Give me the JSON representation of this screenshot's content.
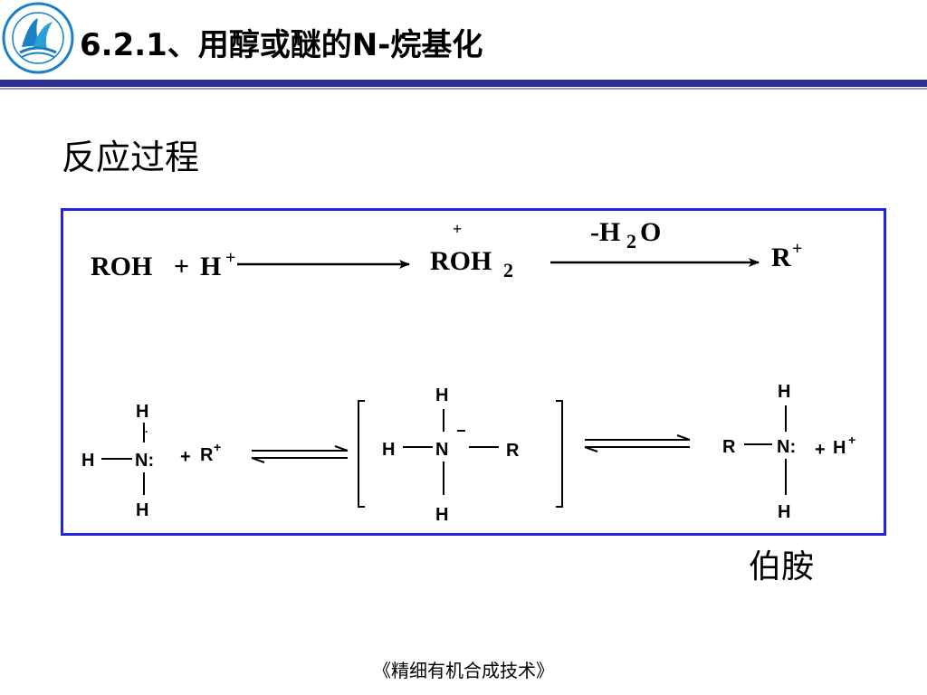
{
  "slide": {
    "title": "6.2.1、用醇或醚的N-烷基化",
    "section_heading": "反应过程",
    "product_label": "伯胺",
    "footer": "《精细有机合成技术》"
  },
  "logo": {
    "icon": "university-seal-icon",
    "color": "#1a7fc4"
  },
  "colors": {
    "title_bar": "#2f2f8f",
    "box_border": "#2323e6"
  },
  "reaction1": {
    "reactant_roh": "ROH",
    "plus": "+",
    "reactant_h": "H",
    "charge_plus": "+",
    "intermediate_roh": "ROH",
    "intermediate_sub": "2",
    "intermediate_charge": "+",
    "condition_prefix": "-H",
    "condition_sub": "2",
    "condition_suffix": "O",
    "product_r": "R",
    "product_charge": "+"
  },
  "reaction2": {
    "amine": {
      "h_top": "H",
      "h_left": "H",
      "n": "N:",
      "h_bottom": "H",
      "dot": "."
    },
    "plus_r": {
      "plus": "+",
      "r": "R",
      "charge": "+"
    },
    "complex": {
      "h_top": "H",
      "h_left": "H",
      "n": "N",
      "r": "R",
      "h_bottom": "H",
      "charge": "−"
    },
    "product": {
      "h_top": "H",
      "r": "R",
      "n": "N:",
      "h_bottom": "H"
    },
    "plus_h": {
      "plus": "+",
      "h": "H",
      "charge": "+"
    }
  }
}
